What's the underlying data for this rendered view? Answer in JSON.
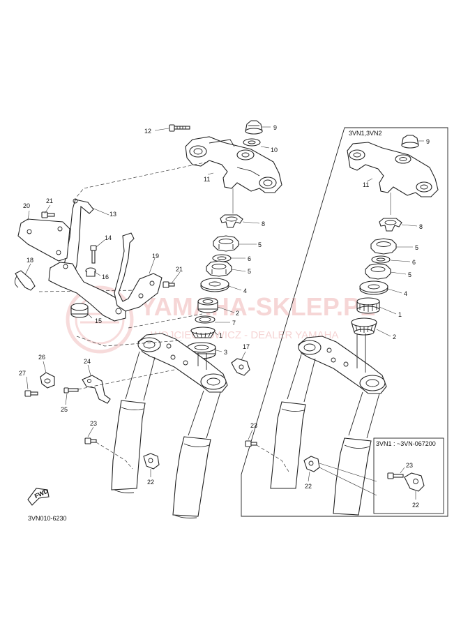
{
  "diagram": {
    "code": "3VN010-6230",
    "fwd_label": "FWD",
    "inset_title": "3VN1,3VN2",
    "sub_inset_title": "3VN1 : ~3VN-067200",
    "watermark_title": "YAMAHA-SKLEP.PL",
    "watermark_sub": "WOJCIECHOWICZ - DEALER YAMAHA",
    "callouts": {
      "c1": "1",
      "c2": "2",
      "c3": "3",
      "c4": "4",
      "c5": "5",
      "c5b": "5",
      "c6": "6",
      "c7": "7",
      "c8": "8",
      "c9": "9",
      "c10": "10",
      "c11": "11",
      "c12": "12",
      "c13": "13",
      "c14": "14",
      "c15": "15",
      "c16": "16",
      "c17": "17",
      "c18": "18",
      "c19": "19",
      "c20": "20",
      "c21": "21",
      "c21b": "21",
      "c22": "22",
      "c23": "23",
      "c24": "24",
      "c25": "25",
      "c26": "26",
      "c27": "27",
      "i9": "9",
      "i11": "11",
      "i8": "8",
      "i5": "5",
      "i6": "6",
      "i5b": "5",
      "i4": "4",
      "i1": "1",
      "i2": "2",
      "i23": "23",
      "i22": "22",
      "s23": "23",
      "s22": "22"
    },
    "colors": {
      "line": "#222222",
      "watermark": "#e07070"
    }
  }
}
